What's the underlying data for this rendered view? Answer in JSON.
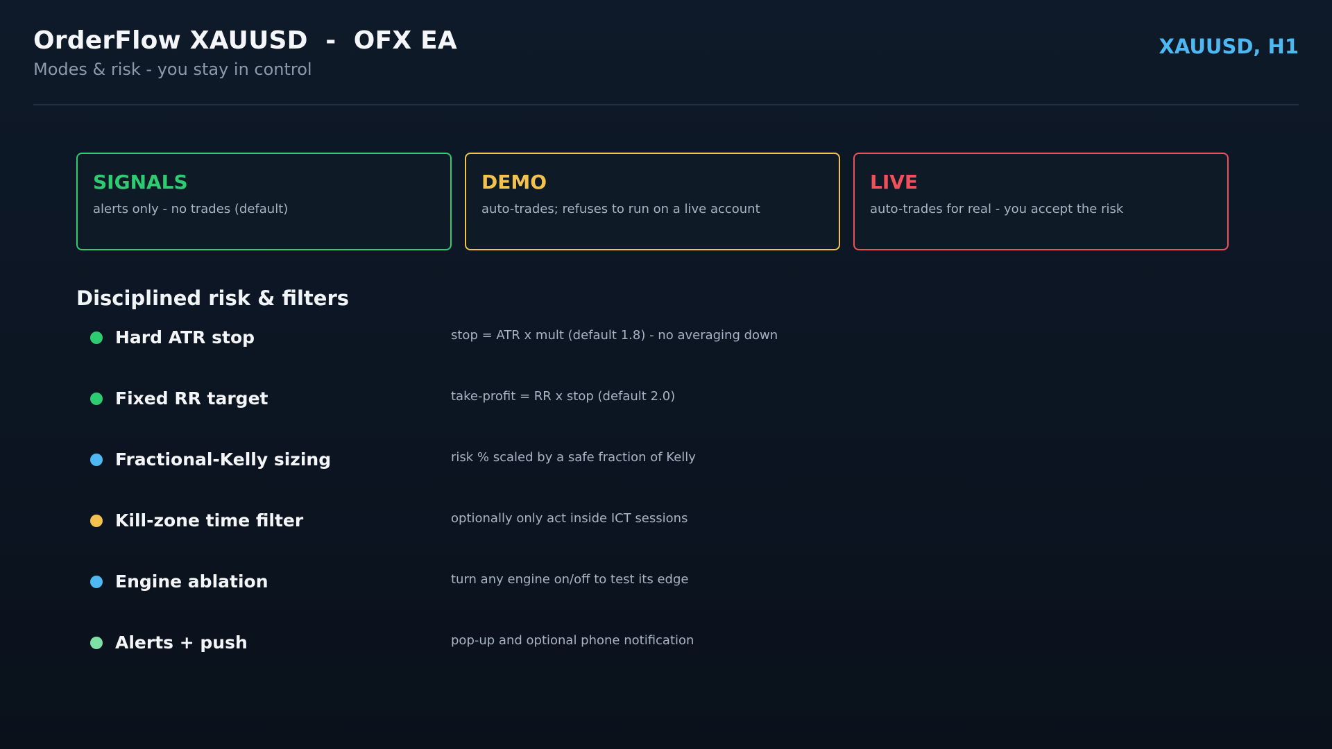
{
  "header": {
    "title": "OrderFlow XAUUSD  -  OFX EA",
    "subtitle": "Modes & risk - you stay in control",
    "symbol": "XAUUSD, H1"
  },
  "modes": [
    {
      "title": "SIGNALS",
      "desc": "alerts only - no trades (default)",
      "color": "#2ecc71"
    },
    {
      "title": "DEMO",
      "desc": "auto-trades; refuses to run on a live account",
      "color": "#f2c14e"
    },
    {
      "title": "LIVE",
      "desc": "auto-trades for real - you accept the risk",
      "color": "#f0505a"
    }
  ],
  "section": {
    "title": "Disciplined risk & filters"
  },
  "features": [
    {
      "name": "Hard ATR stop",
      "desc": "stop = ATR x mult (default 1.8) - no averaging down",
      "color": "#2ecc71",
      "icon": "green-dot-icon"
    },
    {
      "name": "Fixed RR target",
      "desc": "take-profit = RR x stop (default 2.0)",
      "color": "#2ecc71",
      "icon": "green-dot-icon"
    },
    {
      "name": "Fractional-Kelly sizing",
      "desc": "risk % scaled by a safe fraction of Kelly",
      "color": "#4db8f2",
      "icon": "blue-dot-icon"
    },
    {
      "name": "Kill-zone time filter",
      "desc": "optionally only act inside ICT sessions",
      "color": "#f2c14e",
      "icon": "yellow-dot-icon"
    },
    {
      "name": "Engine ablation",
      "desc": "turn any engine on/off to test its edge",
      "color": "#4db8f2",
      "icon": "blue-dot-icon"
    },
    {
      "name": "Alerts + push",
      "desc": "pop-up and optional phone notification",
      "color": "#7ee0a5",
      "icon": "mint-dot-icon"
    }
  ]
}
